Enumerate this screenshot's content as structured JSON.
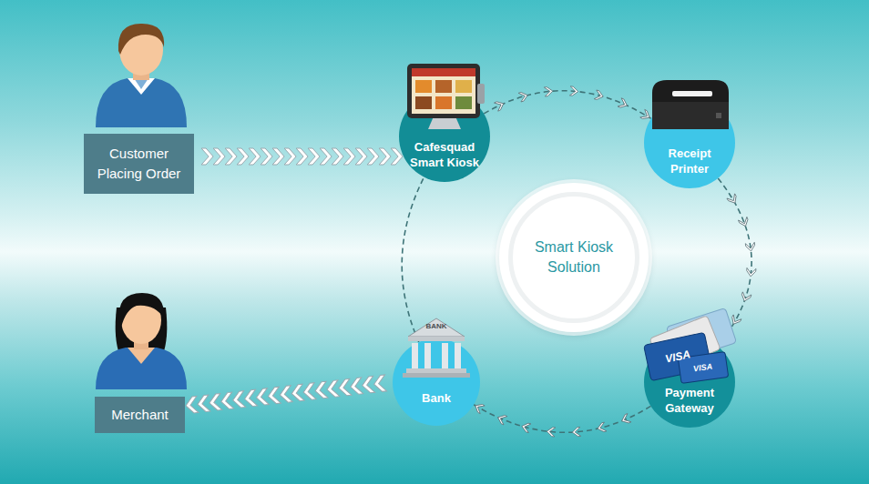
{
  "diagram": {
    "nodes": [
      {
        "text": [
          "Customer Placing Order"
        ]
      },
      {
        "text": [
          "Cafesquad Smart Kiosk"
        ]
      },
      {
        "text": [
          "Receipt Printer"
        ]
      },
      {
        "text": [
          "Smart Kiosk Solution"
        ]
      },
      {
        "text": [
          "Payment Gateway"
        ]
      },
      {
        "text": [
          "Bank"
        ]
      },
      {
        "text": [
          "Merchant"
        ]
      }
    ],
    "edges": [
      {
        "from": 0,
        "to": 1,
        "arrow": "to"
      },
      {
        "from": 1,
        "to": 2,
        "arrow": "to"
      },
      {
        "from": 2,
        "to": 4,
        "arrow": "to"
      },
      {
        "from": 4,
        "to": 5,
        "arrow": "to"
      },
      {
        "from": 5,
        "to": 1,
        "arrow": "none"
      },
      {
        "from": 5,
        "to": 6,
        "arrow": "to"
      }
    ],
    "labels": [
      "BANK",
      "VISA",
      "VISA"
    ]
  }
}
